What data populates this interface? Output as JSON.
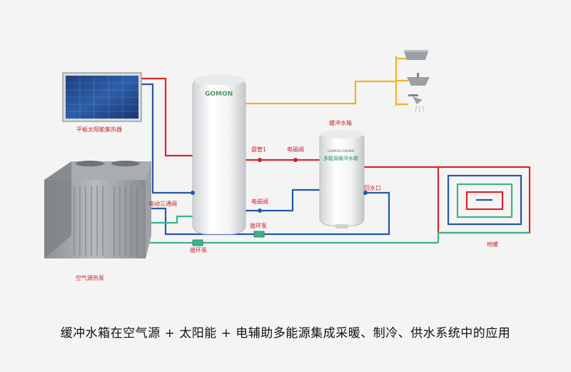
{
  "colors": {
    "hot": "#d9262e",
    "cold": "#2457a8",
    "green": "#3fb28a",
    "yellow": "#f0b22b",
    "label": "#c8262c",
    "tank_text": "#2a8c6e",
    "brand": "#4a9a62"
  },
  "labels": {
    "solar_collector": "平板太阳能集热器",
    "heat_pump": "空气源热泵",
    "coil_top": "盘管1",
    "three_way_valve": "电动三通阀",
    "solenoid_upper": "电磁阀",
    "solenoid_lower": "电磁阀",
    "circ_pump_1": "循环泵",
    "circ_pump_2": "循环泵",
    "buffer_tank": "缓冲水箱",
    "return_port": "回水口",
    "floor_heating": "地暖"
  },
  "main_tank": {
    "brand": "GOMON"
  },
  "buffer_tank": {
    "brand_small": "GOMON·GUOMEI",
    "title": "多能源缓冲水箱"
  },
  "caption": "缓冲水箱在空气源 + 太阳能 + 电辅助多能源集成采暖、制冷、供水系统中的应用"
}
